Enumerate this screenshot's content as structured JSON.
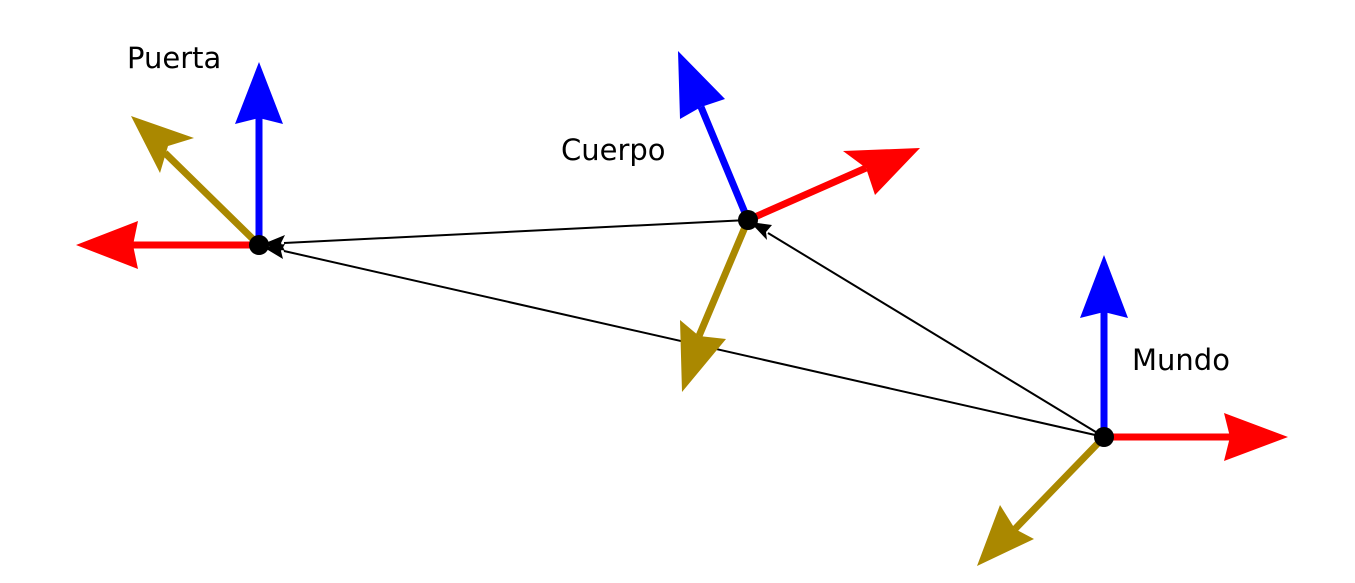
{
  "colors": {
    "x_axis": "#ff0000",
    "z_axis": "#0000ff",
    "y_axis": "#aa8800",
    "relation": "#000000",
    "origin": "#000000",
    "background": "#ffffff"
  },
  "frames": {
    "puerta": {
      "label": "Puerta"
    },
    "cuerpo": {
      "label": "Cuerpo"
    },
    "mundo": {
      "label": "Mundo"
    }
  }
}
